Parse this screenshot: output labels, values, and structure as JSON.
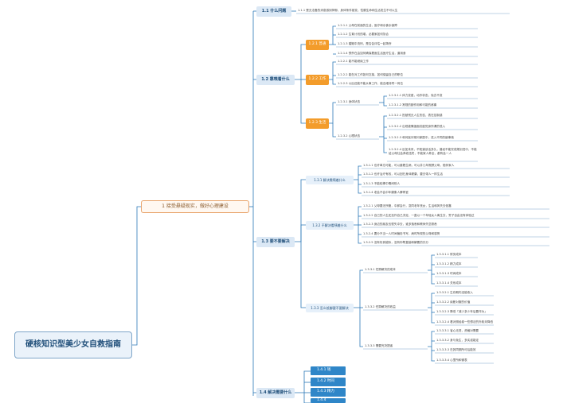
{
  "root": "硬核知识型美少女自救指南",
  "main": "1 接受悬疑现实，做好心理建设",
  "s11": {
    "label": "1.1 什么问题",
    "item": "1.1.1  是无法备的消息感到抑郁，身体条件被变，性腺生命和生活发生不可以生"
  },
  "s12": {
    "label": "1.2 靠咦着什么",
    "g1": {
      "label": "1.2.1 普通",
      "items": [
        "1.2.1.1  父母在前面的生活，医疗和杂食杂保障",
        "1.2.1.2  生育计划的增，必要家如何协合",
        "1.2.1.3  婚姻中流刑，是否会评估一起场所",
        "1.2.1.4  预杀在由如何确保着面生活医疗生活，道用食"
      ]
    },
    "g2": {
      "label": "1.2.2 工作",
      "items": [
        "1.2.2.1  能不能继续工作",
        "1.2.2.2  能在对工作如何交接，如何保留自己的职位",
        "1.2.2.3  以后还能不能从事工作，能否维持同一岗位"
      ]
    },
    "g3": {
      "label": "1.2.3 生活",
      "a": {
        "label": "1.2.3.1  身体状态",
        "items": [
          "1.2.3.1.1  体力变差，动作状态，免去不变",
          "1.2.3.1.2  常规的副作用和可能的疼痛"
        ]
      },
      "b": {
        "label": "1.2.3.2  心理状态",
        "items": [
          "1.2.3.2.1  担被残无人生热忱，表在控制感",
          "1.2.3.2.2  出现被情绪面处度觉身所谓的低入",
          "1.2.3.2.3  和问医问常问家属中，进入不同的疲事境",
          "1.2.3.2.4  反如未来，不知道该活多久，曾经不能完成规划进中，不能给父母社会养老送终，不能家人养全，都有会一人"
        ]
      }
    }
  },
  "s13": {
    "label": "1.3 要不要解决",
    "g1": {
      "label": "1.3.1  解决需咦着什么",
      "items": [
        "1.3.1.1  也许单忘可能，可以避着生病，可以并几年照顾父母，陪伴家人",
        "1.3.1.2  也许治疗有效，可以回归身体健康，要去带人一样生活",
        "1.3.1.3  不能较棒中情闲别人",
        "1.3.1.4  老会不会中年康象人脾再官"
      ]
    },
    "g2": {
      "label": "1.3.2  不解决看咦着什么",
      "items": [
        "1.3.2.1  父母要无所管，中郝会行，变同老年丧女，生活和风失去依靠",
        "1.3.2.2  自己的人生还没作自己决定，一直以一个年轻女人离生去，誓子自由没有体验过",
        "1.3.2.3  身边的朋友也很失冲去，谁多落悉和教师失恋熟悉",
        "1.3.2.4  要分不当一人时间偏忠书写，病时所现的父母和感贺",
        "1.3.2.5  没有份到能际，没有你帮直接和解要的共分"
      ]
    },
    "g3": {
      "label": "1.3.3  怎么抵御要不要解决",
      "a": {
        "label": "1.3.3.1  任算解决的成本",
        "items": [
          "1.3.3.1.1  财务成本",
          "1.3.3.1.2  精力成本",
          "1.3.3.1.3  时间成本",
          "1.3.3.1.4  关系成本"
        ]
      },
      "b": {
        "label": "1.3.3.2  任算解决的收益",
        "items": [
          "1.3.3.2.1  生存期内没能收入",
          "1.3.3.2.2  续断对服的价值",
          "1.3.3.2.3  降低「减少多少年后要作为」",
          "1.3.3.2.4  看对照经卷一些想法的外政未降低"
        ]
      },
      "c": {
        "label": "1.3.3.3  需要完决提者",
        "items": [
          "1.3.3.3.1  省心无进，资格对需要",
          "1.3.3.3.2  身与免生，多实诺能定",
          "1.3.3.3.3  在其同期所可后能效",
          "1.3.3.3.4  心里所和微表"
        ]
      }
    }
  },
  "s14": {
    "label": "1.4 解决需要什么",
    "items": [
      "1.4.1  钱",
      "1.4.2  时间",
      "1.4.3  精力",
      "1.4.4"
    ]
  }
}
